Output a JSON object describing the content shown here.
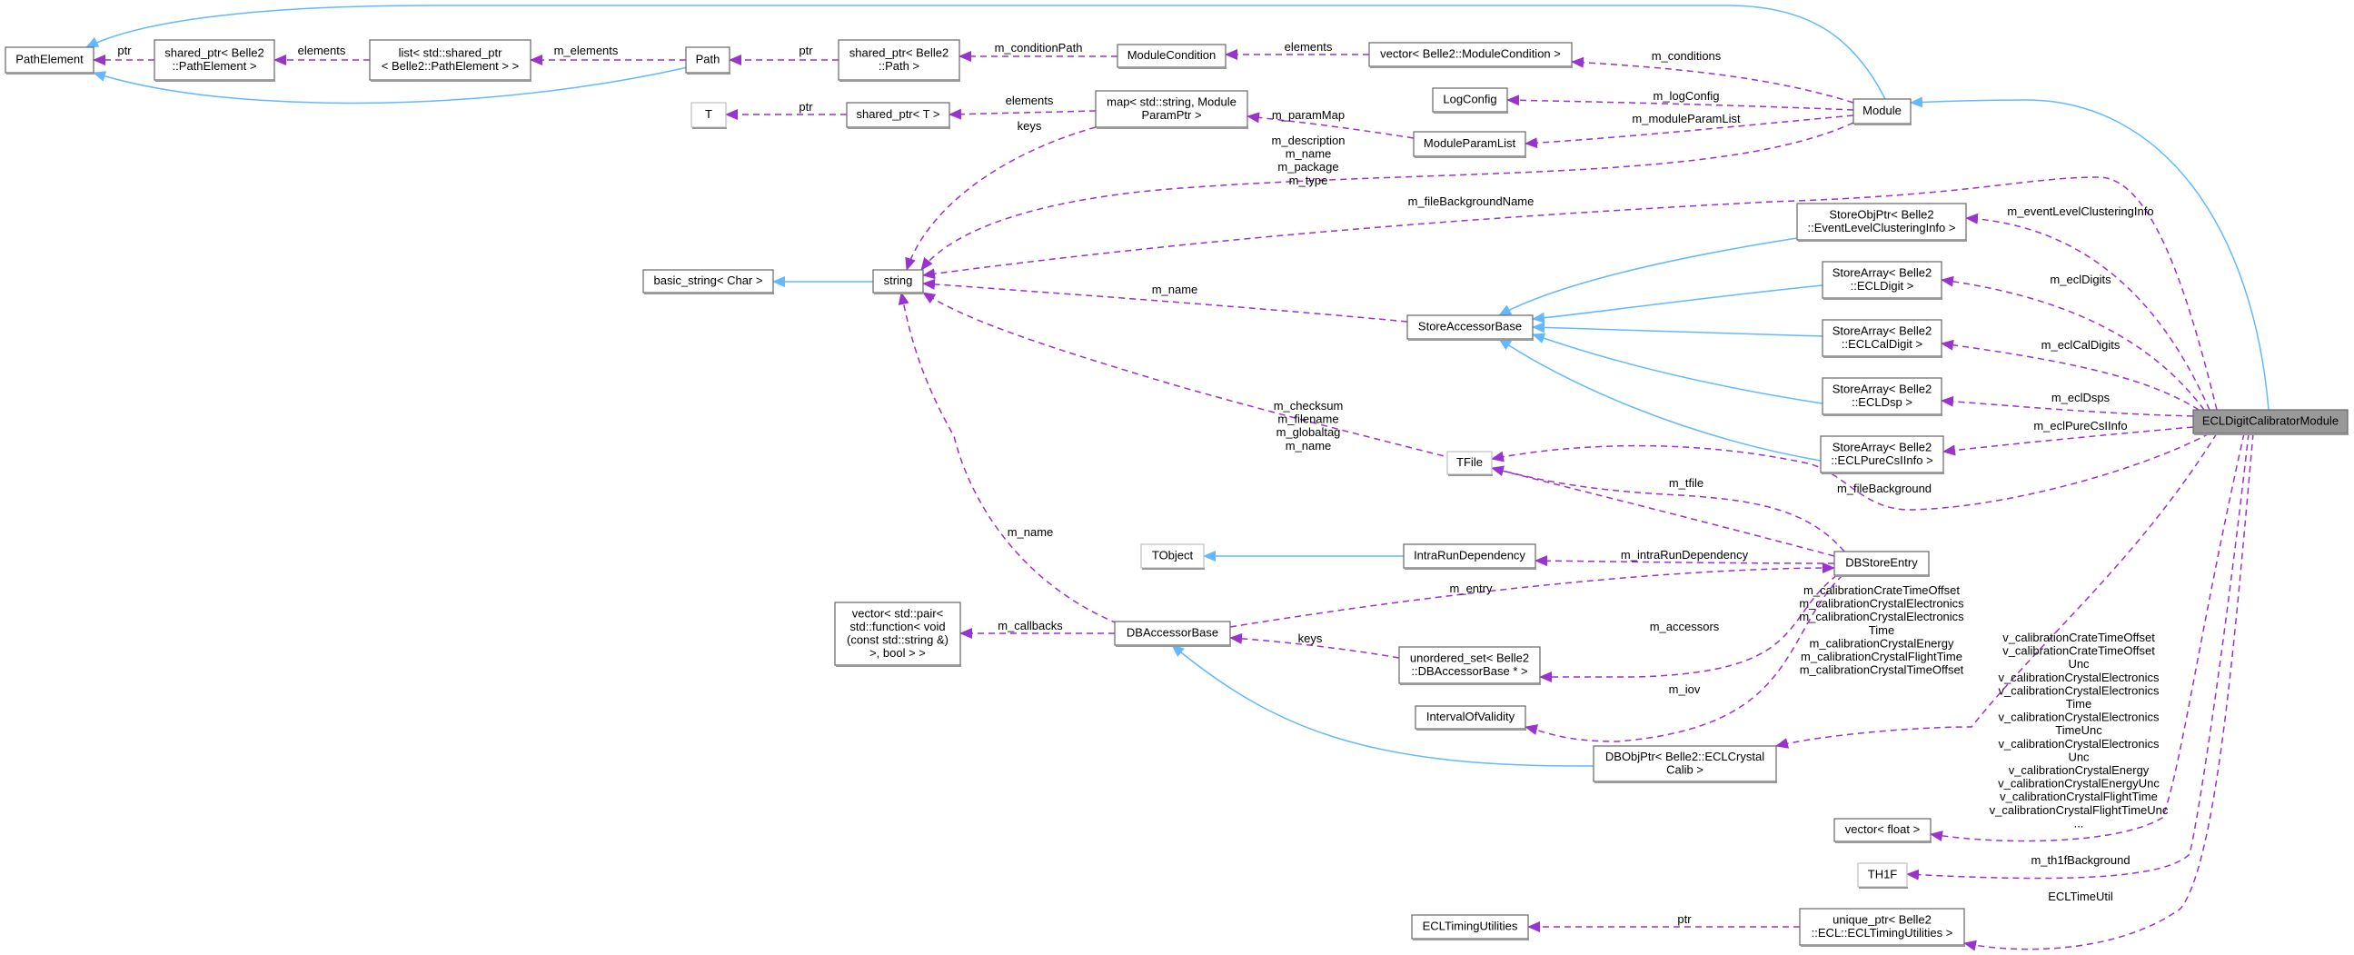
{
  "colors": {
    "inheritance": "#63b8ff",
    "usage": "#9a32cd",
    "focus_fill": "#999999",
    "node_border": "#666666",
    "undocumented_border": "#bfbfbf"
  },
  "focus_node": "ECLDigitCalibratorModule",
  "nodes": {
    "PathElement": {
      "lines": [
        "PathElement"
      ]
    },
    "sp_PE": {
      "lines": [
        "shared_ptr< Belle2",
        "::PathElement >"
      ]
    },
    "list": {
      "lines": [
        "list< std::shared_ptr",
        "< Belle2::PathElement > >"
      ]
    },
    "Path": {
      "lines": [
        "Path"
      ]
    },
    "sp_Path": {
      "lines": [
        "shared_ptr< Belle2",
        "::Path >"
      ]
    },
    "T": {
      "lines": [
        "T"
      ],
      "undocumented": true
    },
    "sp_T": {
      "lines": [
        "shared_ptr< T >"
      ]
    },
    "ModuleCondition": {
      "lines": [
        "ModuleCondition"
      ]
    },
    "vec_MC": {
      "lines": [
        "vector< Belle2::ModuleCondition >"
      ]
    },
    "LogConfig": {
      "lines": [
        "LogConfig"
      ]
    },
    "Module": {
      "lines": [
        "Module"
      ]
    },
    "map": {
      "lines": [
        "map< std::string, Module",
        "ParamPtr >"
      ]
    },
    "ModuleParamList": {
      "lines": [
        "ModuleParamList"
      ]
    },
    "basic_string": {
      "lines": [
        "basic_string< Char >"
      ]
    },
    "string": {
      "lines": [
        "string"
      ]
    },
    "StoreObjPtr": {
      "lines": [
        "StoreObjPtr< Belle2",
        "::EventLevelClusteringInfo >"
      ]
    },
    "StoreAccessorBase": {
      "lines": [
        "StoreAccessorBase"
      ]
    },
    "ECLDigit": {
      "lines": [
        "StoreArray< Belle2",
        "::ECLDigit >"
      ]
    },
    "ECLCalDigit": {
      "lines": [
        "StoreArray< Belle2",
        "::ECLCalDigit >"
      ]
    },
    "ECLDsp": {
      "lines": [
        "StoreArray< Belle2",
        "::ECLDsp >"
      ]
    },
    "ECLPureCsIInfo": {
      "lines": [
        "StoreArray< Belle2",
        "::ECLPureCsIInfo >"
      ]
    },
    "ECLDCM": {
      "lines": [
        "ECLDigitCalibratorModule"
      ],
      "focus": true
    },
    "TFile": {
      "lines": [
        "TFile"
      ],
      "undocumented": true
    },
    "TObject": {
      "lines": [
        "TObject"
      ],
      "undocumented": true
    },
    "IntraRunDependency": {
      "lines": [
        "IntraRunDependency"
      ]
    },
    "DBStoreEntry": {
      "lines": [
        "DBStoreEntry"
      ]
    },
    "vec_pair": {
      "lines": [
        "vector< std::pair<",
        "std::function< void",
        "(const std::string &)",
        ">, bool > >"
      ]
    },
    "DBAccessorBase": {
      "lines": [
        "DBAccessorBase"
      ]
    },
    "unordered_set": {
      "lines": [
        "unordered_set< Belle2",
        "::DBAccessorBase * >"
      ]
    },
    "IntervalOfValidity": {
      "lines": [
        "IntervalOfValidity"
      ]
    },
    "DBObjPtr": {
      "lines": [
        "DBObjPtr< Belle2::ECLCrystal",
        "Calib >"
      ]
    },
    "vec_float": {
      "lines": [
        "vector< float >"
      ]
    },
    "TH1F": {
      "lines": [
        "TH1F"
      ],
      "undocumented": true
    },
    "ECLTimingUtilities": {
      "lines": [
        "ECLTimingUtilities"
      ]
    },
    "unique_ptr": {
      "lines": [
        "unique_ptr< Belle2",
        "::ECL::ECLTimingUtilities >"
      ]
    }
  },
  "edges": [
    {
      "from": "Module",
      "to": "PathElement",
      "type": "inheritance",
      "label": []
    },
    {
      "from": "Path",
      "to": "PathElement",
      "type": "inheritance",
      "label": []
    },
    {
      "from": "sp_PE",
      "to": "PathElement",
      "type": "usage",
      "label": [
        "ptr"
      ]
    },
    {
      "from": "list",
      "to": "sp_PE",
      "type": "usage",
      "label": [
        "elements"
      ]
    },
    {
      "from": "Path",
      "to": "list",
      "type": "usage",
      "label": [
        "m_elements"
      ]
    },
    {
      "from": "sp_Path",
      "to": "Path",
      "type": "usage",
      "label": [
        "ptr"
      ]
    },
    {
      "from": "ModuleCondition",
      "to": "sp_Path",
      "type": "usage",
      "label": [
        "m_conditionPath"
      ]
    },
    {
      "from": "vec_MC",
      "to": "ModuleCondition",
      "type": "usage",
      "label": [
        "elements"
      ]
    },
    {
      "from": "Module",
      "to": "vec_MC",
      "type": "usage",
      "label": [
        "m_conditions"
      ]
    },
    {
      "from": "Module",
      "to": "LogConfig",
      "type": "usage",
      "label": [
        "m_logConfig"
      ]
    },
    {
      "from": "Module",
      "to": "ModuleParamList",
      "type": "usage",
      "label": [
        "m_moduleParamList"
      ]
    },
    {
      "from": "ModuleParamList",
      "to": "map",
      "type": "usage",
      "label": [
        "m_paramMap"
      ]
    },
    {
      "from": "map",
      "to": "sp_T",
      "type": "usage",
      "label": [
        "elements"
      ]
    },
    {
      "from": "sp_T",
      "to": "T",
      "type": "usage",
      "label": [
        "ptr"
      ]
    },
    {
      "from": "map",
      "to": "string",
      "type": "usage",
      "label": [
        "keys"
      ]
    },
    {
      "from": "Module",
      "to": "string",
      "type": "usage",
      "label": [
        "m_description",
        "m_name",
        "m_package",
        "m_type"
      ]
    },
    {
      "from": "ECLDCM",
      "to": "string",
      "type": "usage",
      "label": [
        "m_fileBackgroundName"
      ]
    },
    {
      "from": "StoreAccessorBase",
      "to": "string",
      "type": "usage",
      "label": [
        "m_name"
      ]
    },
    {
      "from": "DBStoreEntry",
      "to": "string",
      "type": "usage",
      "label": [
        "m_checksum",
        "m_filename",
        "m_globaltag",
        "m_name"
      ]
    },
    {
      "from": "DBAccessorBase",
      "to": "string",
      "type": "usage",
      "label": [
        "m_name"
      ]
    },
    {
      "from": "string",
      "to": "basic_string",
      "type": "inheritance",
      "label": []
    },
    {
      "from": "StoreObjPtr",
      "to": "StoreAccessorBase",
      "type": "inheritance",
      "label": []
    },
    {
      "from": "ECLDigit",
      "to": "StoreAccessorBase",
      "type": "inheritance",
      "label": []
    },
    {
      "from": "ECLCalDigit",
      "to": "StoreAccessorBase",
      "type": "inheritance",
      "label": []
    },
    {
      "from": "ECLDsp",
      "to": "StoreAccessorBase",
      "type": "inheritance",
      "label": []
    },
    {
      "from": "ECLPureCsIInfo",
      "to": "StoreAccessorBase",
      "type": "inheritance",
      "label": []
    },
    {
      "from": "ECLDCM",
      "to": "Module",
      "type": "inheritance",
      "label": []
    },
    {
      "from": "ECLDCM",
      "to": "StoreObjPtr",
      "type": "usage",
      "label": [
        "m_eventLevelClusteringInfo"
      ]
    },
    {
      "from": "ECLDCM",
      "to": "ECLDigit",
      "type": "usage",
      "label": [
        "m_eclDigits"
      ]
    },
    {
      "from": "ECLDCM",
      "to": "ECLCalDigit",
      "type": "usage",
      "label": [
        "m_eclCalDigits"
      ]
    },
    {
      "from": "ECLDCM",
      "to": "ECLDsp",
      "type": "usage",
      "label": [
        "m_eclDsps"
      ]
    },
    {
      "from": "ECLDCM",
      "to": "ECLPureCsIInfo",
      "type": "usage",
      "label": [
        "m_eclPureCsIInfo"
      ]
    },
    {
      "from": "ECLDCM",
      "to": "TFile",
      "type": "usage",
      "label": [
        "m_fileBackground"
      ]
    },
    {
      "from": "DBStoreEntry",
      "to": "TFile",
      "type": "usage",
      "label": [
        "m_tfile"
      ]
    },
    {
      "from": "DBStoreEntry",
      "to": "IntraRunDependency",
      "type": "usage",
      "label": [
        "m_intraRunDependency"
      ]
    },
    {
      "from": "IntraRunDependency",
      "to": "TObject",
      "type": "inheritance",
      "label": []
    },
    {
      "from": "DBAccessorBase",
      "to": "DBStoreEntry",
      "type": "usage",
      "label": [
        "m_entry"
      ]
    },
    {
      "from": "unordered_set",
      "to": "DBAccessorBase",
      "type": "usage",
      "label": [
        "keys"
      ]
    },
    {
      "from": "DBStoreEntry",
      "to": "unordered_set",
      "type": "usage",
      "label": [
        "m_accessors"
      ]
    },
    {
      "from": "DBStoreEntry",
      "to": "IntervalOfValidity",
      "type": "usage",
      "label": [
        "m_iov"
      ]
    },
    {
      "from": "DBAccessorBase",
      "to": "vec_pair",
      "type": "usage",
      "label": [
        "m_callbacks"
      ]
    },
    {
      "from": "DBObjPtr",
      "to": "DBAccessorBase",
      "type": "inheritance",
      "label": []
    },
    {
      "from": "ECLDCM",
      "to": "DBObjPtr",
      "type": "usage",
      "label": [
        "m_calibrationCrateTimeOffset",
        "m_calibrationCrystalElectronics",
        "m_calibrationCrystalElectronics",
        "Time",
        "m_calibrationCrystalEnergy",
        "m_calibrationCrystalFlightTime",
        "m_calibrationCrystalTimeOffset"
      ]
    },
    {
      "from": "ECLDCM",
      "to": "vec_float",
      "type": "usage",
      "label": [
        "v_calibrationCrateTimeOffset",
        "v_calibrationCrateTimeOffset",
        "Unc",
        "v_calibrationCrystalElectronics",
        "v_calibrationCrystalElectronics",
        "Time",
        "v_calibrationCrystalElectronics",
        "TimeUnc",
        "v_calibrationCrystalElectronics",
        "Unc",
        "v_calibrationCrystalEnergy",
        "v_calibrationCrystalEnergyUnc",
        "v_calibrationCrystalFlightTime",
        "v_calibrationCrystalFlightTimeUnc",
        "..."
      ]
    },
    {
      "from": "ECLDCM",
      "to": "TH1F",
      "type": "usage",
      "label": [
        "m_th1fBackground"
      ]
    },
    {
      "from": "ECLDCM",
      "to": "unique_ptr",
      "type": "usage",
      "label": [
        "ECLTimeUtil"
      ]
    },
    {
      "from": "unique_ptr",
      "to": "ECLTimingUtilities",
      "type": "usage",
      "label": [
        "ptr"
      ]
    }
  ]
}
